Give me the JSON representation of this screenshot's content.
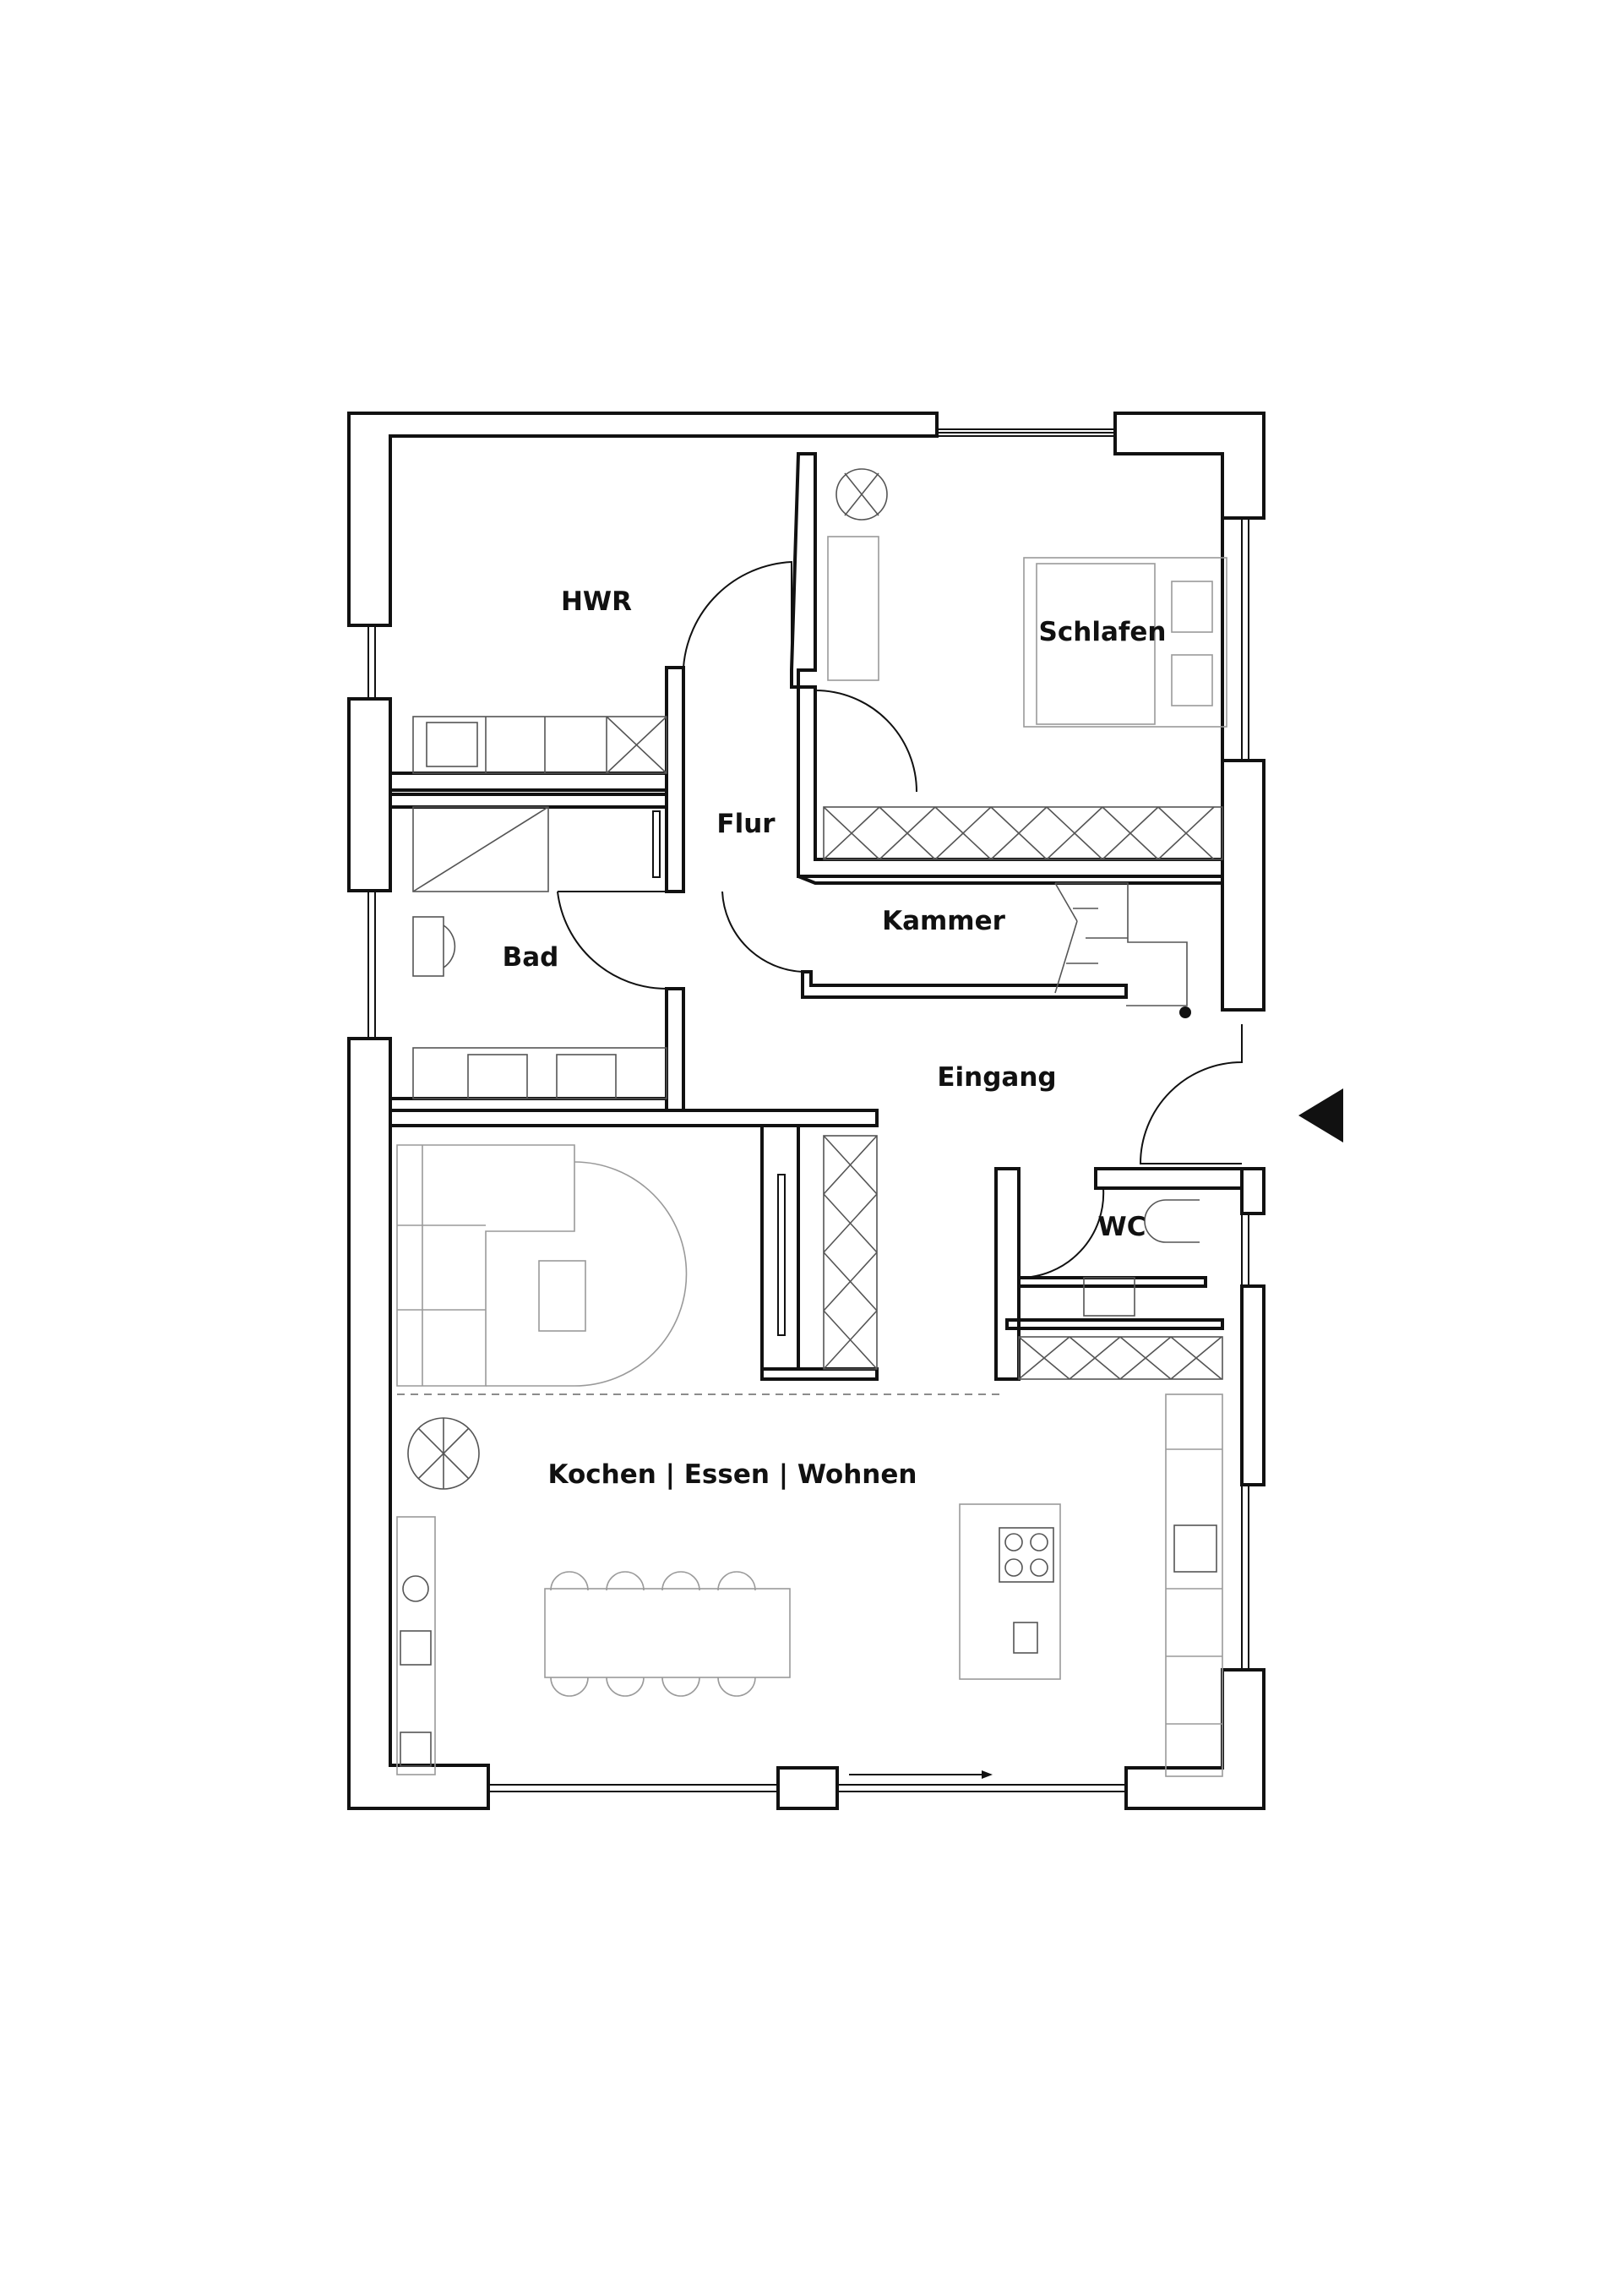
{
  "rooms": {
    "hwr": "HWR",
    "schlafen": "Schlafen",
    "flur": "Flur",
    "kammer": "Kammer",
    "bad": "Bad",
    "eingang": "Eingang",
    "wc": "WC",
    "wohnen": "Kochen | Essen | Wohnen"
  },
  "colors": {
    "wall": "#111111",
    "furniture": "#9a9a9a",
    "background": "#ffffff"
  },
  "icons": [
    "entrance-arrow-icon",
    "plant-icon",
    "stove-icon",
    "sink-icon",
    "toilet-icon",
    "washing-machine-icon"
  ]
}
